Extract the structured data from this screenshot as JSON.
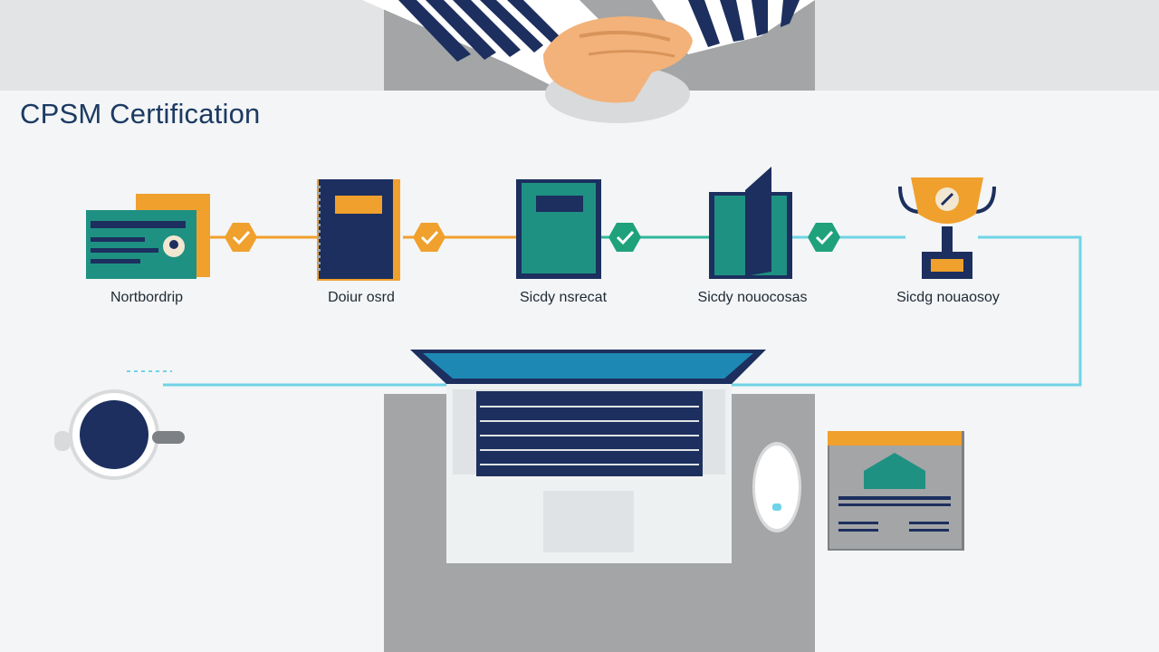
{
  "title": "CPSM Certification",
  "steps": [
    {
      "label": "Nortbordrip",
      "icon": "membership-card-icon"
    },
    {
      "label": "Doiur osrd",
      "icon": "notebook-icon"
    },
    {
      "label": "Sicdy nsrecat",
      "icon": "study-book-icon"
    },
    {
      "label": "Sicdy nouocosas",
      "icon": "open-book-icon"
    },
    {
      "label": "Sicdg nouaosoy",
      "icon": "trophy-icon"
    }
  ],
  "colors": {
    "navy": "#1c2f5e",
    "teal": "#1f9183",
    "orange": "#f0a02c",
    "green": "#1fa27c",
    "cyan": "#6fd3e6",
    "gray": "#a3a5a7"
  }
}
